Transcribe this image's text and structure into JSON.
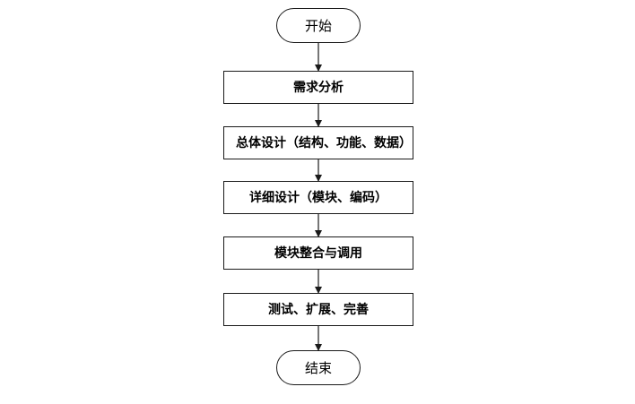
{
  "flowchart": {
    "start": "开始",
    "steps": [
      "需求分析",
      "总体设计（结构、功能、数据）",
      "详细设计（模块、编码）",
      "模块整合与调用",
      "测试、扩展、完善"
    ],
    "end": "结束"
  },
  "colors": {
    "line": "#1a1a1a",
    "box_fill": "#ffffff"
  }
}
